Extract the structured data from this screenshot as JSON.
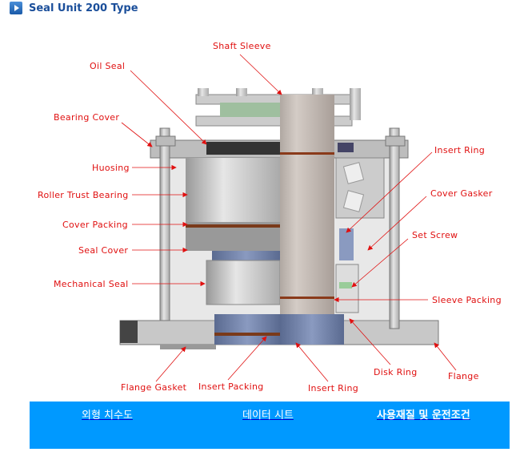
{
  "title": "Seal Unit 200 Type",
  "labels": {
    "shaft_sleeve": "Shaft Sleeve",
    "oil_seal": "Oil Seal",
    "bearing_cover": "Bearing Cover",
    "huosing": "Huosing",
    "roller_trust_bearing": "Roller Trust Bearing",
    "cover_packing": "Cover Packing",
    "seal_cover": "Seal Cover",
    "mechanical_seal": "Mechanical Seal",
    "insert_ring_top": "Insert Ring",
    "cover_gasker": "Cover Gasker",
    "set_screw": "Set Screw",
    "sleeve_packing": "Sleeve Packing",
    "flange": "Flange",
    "disk_ring": "Disk Ring",
    "insert_ring_bottom": "Insert Ring",
    "insert_packing": "Insert Packing",
    "flange_gasket": "Flange Gasket"
  },
  "nav": {
    "dimensions": "외형 치수도",
    "datasheet": "데이터 시트",
    "materials": "사용재질 및 운전조건"
  },
  "colors": {
    "label": "#e01010",
    "bar": "#0099ff",
    "title": "#1a4e9a"
  }
}
